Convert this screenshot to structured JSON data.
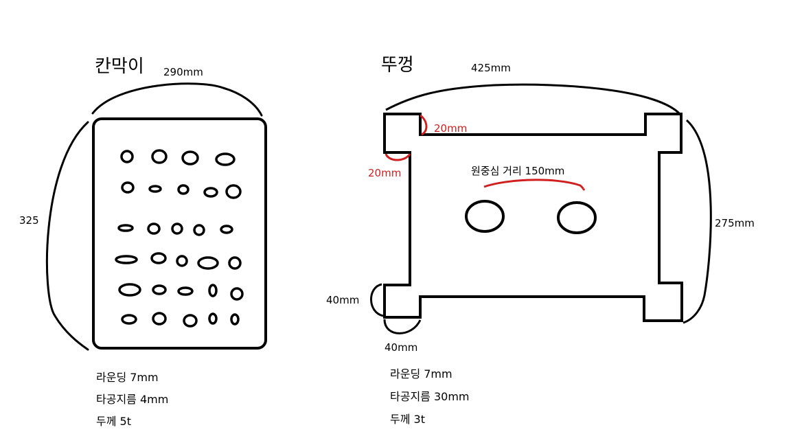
{
  "partition": {
    "title": "칸막이",
    "width_label": "290mm",
    "height_label": "325",
    "specs": [
      "라운딩 7mm",
      "타공지름 4mm",
      "두께 5t"
    ]
  },
  "lid": {
    "title": "뚜껑",
    "width_label": "425mm",
    "height_label": "275mm",
    "notch_small_top": "20mm",
    "notch_small_left": "20mm",
    "notch_large_left": "40mm",
    "notch_large_bottom": "40mm",
    "center_distance_label": "원중심 거리 150mm",
    "specs": [
      "라운딩 7mm",
      "타공지름 30mm",
      "두께 3t"
    ]
  },
  "colors": {
    "ink": "#000000",
    "annotation": "#d01f1f"
  }
}
